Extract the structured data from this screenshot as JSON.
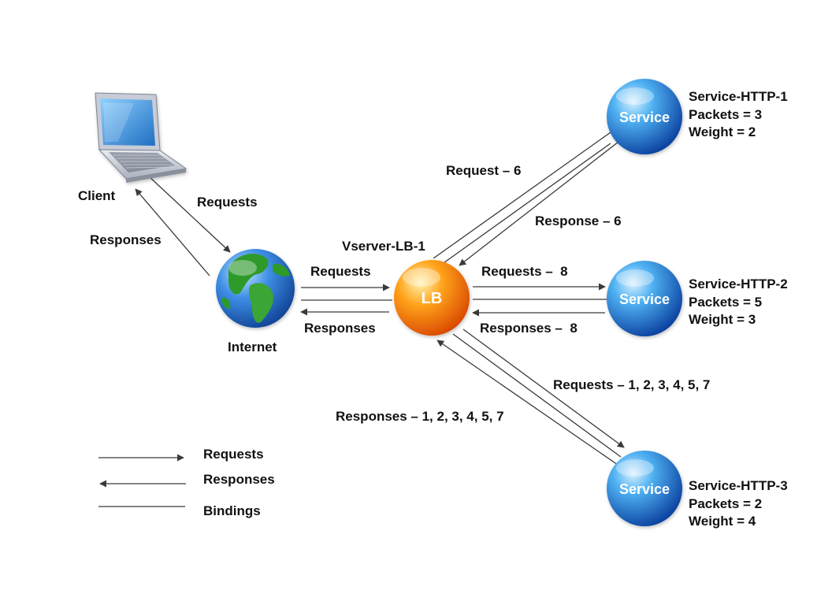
{
  "colors": {
    "line": "#3a3a3a",
    "service_light": "#9fd6ff",
    "service_dark": "#0a3f9e",
    "lb_light": "#ffe07a",
    "lb_dark": "#d94800",
    "globe_ocean": "#1e63c8",
    "globe_land": "#2f9a2a",
    "laptop_screen": "#2f86d6"
  },
  "nodes": {
    "client": {
      "label": "Client",
      "icon": "laptop-icon"
    },
    "internet": {
      "label": "Internet",
      "icon": "globe-icon"
    },
    "lb": {
      "text": "LB",
      "name": "Vserver-LB-1"
    },
    "services": [
      {
        "text": "Service",
        "name": "Service-HTTP-1",
        "packets": "Packets = 3",
        "weight": "Weight = 2"
      },
      {
        "text": "Service",
        "name": "Service-HTTP-2",
        "packets": "Packets = 5",
        "weight": "Weight = 3"
      },
      {
        "text": "Service",
        "name": "Service-HTTP-3",
        "packets": "Packets = 2",
        "weight": "Weight = 4"
      }
    ]
  },
  "edges": {
    "client_requests": "Requests",
    "client_responses": "Responses",
    "internet_requests": "Requests",
    "internet_responses": "Responses",
    "s1_request": "Request – 6",
    "s1_response": "Response – 6",
    "s2_requests": "Requests –  8",
    "s2_responses": "Responses –  8",
    "s3_requests": "Requests – 1, 2, 3, 4, 5, 7",
    "s3_responses": "Responses – 1, 2, 3, 4, 5, 7"
  },
  "legend": [
    {
      "label": "Requests",
      "kind": "arrow-right"
    },
    {
      "label": "Responses",
      "kind": "arrow-left"
    },
    {
      "label": "Bindings",
      "kind": "line"
    }
  ]
}
